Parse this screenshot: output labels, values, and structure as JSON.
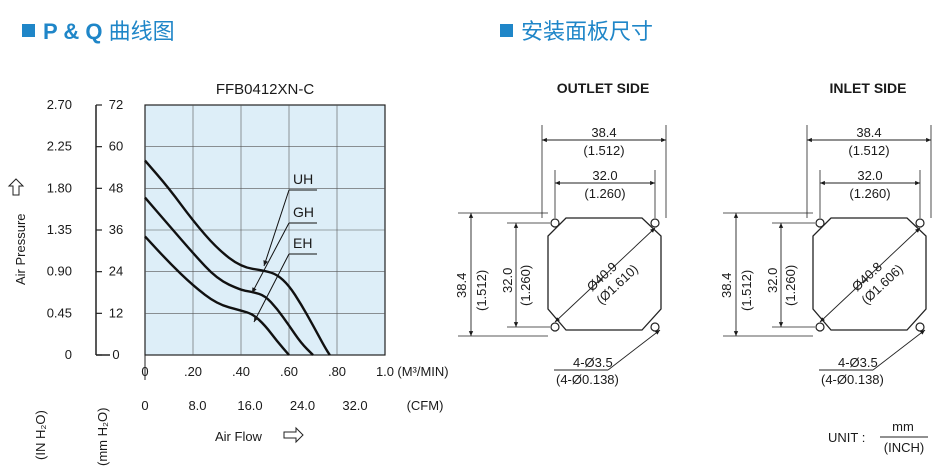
{
  "headers": {
    "pq_prefix": "P & Q",
    "pq_title": "曲线图",
    "mount_title": "安装面板尺寸"
  },
  "chart_data": {
    "type": "line",
    "title": "FFB0412XN-C",
    "xlabel": "Air Flow",
    "ylabel": "Air Pressure",
    "x_unit_primary": "(M³/MIN)",
    "x_unit_secondary": "(CFM)",
    "y_unit_primary": "(IN H₂O)",
    "y_unit_secondary": "(mm H₂O)",
    "xlim": [
      0,
      1.0
    ],
    "ylim": [
      0,
      2.7
    ],
    "x_ticks_primary": [
      "0",
      ".20",
      ".40",
      ".60",
      ".80",
      "1.0"
    ],
    "x_ticks_secondary": [
      "0",
      "8.0",
      "16.0",
      "24.0",
      "32.0"
    ],
    "y_ticks_inh2o": [
      "0",
      "0.45",
      "0.90",
      "1.35",
      "1.80",
      "2.25",
      "2.70"
    ],
    "y_ticks_mmh2o": [
      "0",
      "12",
      "24",
      "36",
      "48",
      "60",
      "72"
    ],
    "grid": true,
    "plot_background": "#ddeef8",
    "series": [
      {
        "name": "UH",
        "x": [
          0,
          0.1,
          0.2,
          0.3,
          0.4,
          0.5,
          0.55,
          0.6,
          0.65,
          0.7,
          0.75,
          0.77
        ],
        "y": [
          2.1,
          1.8,
          1.45,
          1.15,
          0.95,
          0.91,
          0.87,
          0.75,
          0.55,
          0.32,
          0.08,
          0
        ]
      },
      {
        "name": "GH",
        "x": [
          0,
          0.1,
          0.2,
          0.3,
          0.4,
          0.45,
          0.5,
          0.55,
          0.6,
          0.65,
          0.7
        ],
        "y": [
          1.7,
          1.4,
          1.1,
          0.82,
          0.7,
          0.68,
          0.64,
          0.5,
          0.32,
          0.13,
          0
        ]
      },
      {
        "name": "EH",
        "x": [
          0,
          0.1,
          0.2,
          0.3,
          0.4,
          0.45,
          0.5,
          0.55,
          0.6
        ],
        "y": [
          1.28,
          1.0,
          0.75,
          0.55,
          0.48,
          0.44,
          0.32,
          0.15,
          0
        ]
      }
    ]
  },
  "outlet": {
    "title": "OUTLET SIDE",
    "outer_width": "38.4",
    "outer_width_inch": "(1.512)",
    "hole_pitch": "32.0",
    "hole_pitch_inch": "(1.260)",
    "outer_height": "38.4",
    "outer_height_inch": "(1.512)",
    "hole_pitch_v": "32.0",
    "hole_pitch_v_inch": "(1.260)",
    "diameter": "Ø40.9",
    "diameter_inch": "(Ø1.610)",
    "holes": "4-Ø3.5",
    "holes_inch": "(4-Ø0.138)"
  },
  "inlet": {
    "title": "INLET SIDE",
    "outer_width": "38.4",
    "outer_width_inch": "(1.512)",
    "hole_pitch": "32.0",
    "hole_pitch_inch": "(1.260)",
    "outer_height": "38.4",
    "outer_height_inch": "(1.512)",
    "hole_pitch_v": "32.0",
    "hole_pitch_v_inch": "(1.260)",
    "diameter": "Ø40.8",
    "diameter_inch": "(Ø1.606)",
    "holes": "4-Ø3.5",
    "holes_inch": "(4-Ø0.138)"
  },
  "unit": {
    "label": "UNIT :",
    "top": "mm",
    "bottom": "(INCH)"
  }
}
